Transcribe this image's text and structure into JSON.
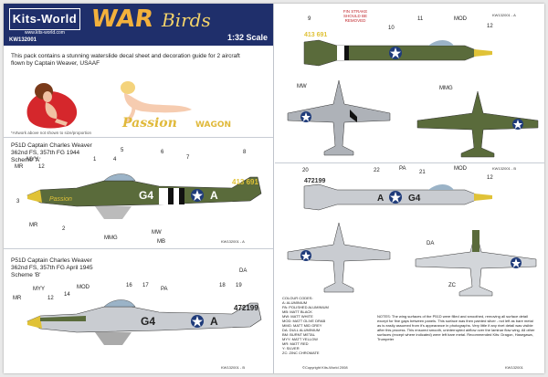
{
  "header": {
    "brand": "Kits-World",
    "brand_sub": "www.kits-world.com",
    "code": "KW132001",
    "title_a": "WAR",
    "title_b": "Birds",
    "scale": "1:32 Scale"
  },
  "intro": "This pack contains a stunning waterslide decal sheet and decoration guide for 2 aircraft flown by Captain Weaver, USAAF",
  "nose_art": {
    "text_a": "Passion",
    "text_b": "WAGON",
    "note": "*Artwork above not shown to size/proportion"
  },
  "scheme_a": {
    "line1": "P51D Captain Charles Weaver",
    "line2": "362nd FS, 357th FG 1944",
    "line3": "Scheme 'A'",
    "serial": "413 691",
    "code_letters": "G4",
    "code_a": "A",
    "ref": "KW132001 - A",
    "labels": {
      "mr": "MR",
      "myy": "MYY",
      "n12": "12",
      "n1": "1",
      "n4": "4",
      "n5": "5",
      "n6": "6",
      "n7": "7",
      "n8": "8",
      "n3": "3",
      "mr2": "MR",
      "n2": "2",
      "mmg": "MMG",
      "mw": "MW",
      "mb": "MB"
    }
  },
  "scheme_b": {
    "line1": "P51D Captain Charles Weaver",
    "line2": "362nd FS, 357th FG April 1945",
    "line3": "Scheme 'B'",
    "serial": "472199",
    "code_letters": "G4",
    "code_a": "A",
    "ref": "KW132001 - B",
    "labels": {
      "myy": "MYY",
      "mod": "MOD",
      "n14": "14",
      "n16": "16",
      "n17": "17",
      "pa": "PA",
      "n18": "18",
      "n19": "19",
      "da": "DA",
      "mr": "MR",
      "n12": "12"
    }
  },
  "right_top": {
    "fin_note": "FIN STRAKE SHOULD BE REMOVED",
    "serial": "413 691",
    "n9": "9",
    "n10": "10",
    "n11": "11",
    "n12": "12",
    "mod": "MOD",
    "mw": "MW",
    "mmg": "MMG",
    "ref": "KW132001 - A"
  },
  "right_bottom": {
    "serial": "472199",
    "n20": "20",
    "n22": "22",
    "pa": "PA",
    "n21": "21",
    "mod": "MOD",
    "n12": "12",
    "da": "DA",
    "zc": "ZC",
    "ref": "KW132001 - B"
  },
  "colour_codes": {
    "title": "COLOUR CODES:",
    "items": [
      "A: ALUMINIUM",
      "PA: POLISHED ALUMINIUM",
      "MB: MATT BLACK",
      "MW: MATT WHITE",
      "MOD: MATT OLIVE DRAB",
      "MMG: MATT MID GREY",
      "DA: DULL ALUMINIUM",
      "BM: BURNT METAL",
      "MYY: MATT YELLOW",
      "MR: MATT RED",
      "Y: SILVER",
      "ZC: ZINC CHROMATE"
    ]
  },
  "notes": "NOTES: The wing surfaces of the P51D were filled and smoothed, removing all surface detail except for fine gaps between panels. This surface was then painted silver - not left as bare metal as is easily assumed from it's appearance in photographs. Very little if any rivet detail was visible after this process. This ensured smooth, uninterrupted airflow over the laminar flow wing. All other surfaces (except where indicated) were left bare metal. Recommended Kits: Dragon, Hasegawa, Trumpeter",
  "copyright": "©Copyright Kits-World 2008",
  "footer_ref": "KW132001"
}
